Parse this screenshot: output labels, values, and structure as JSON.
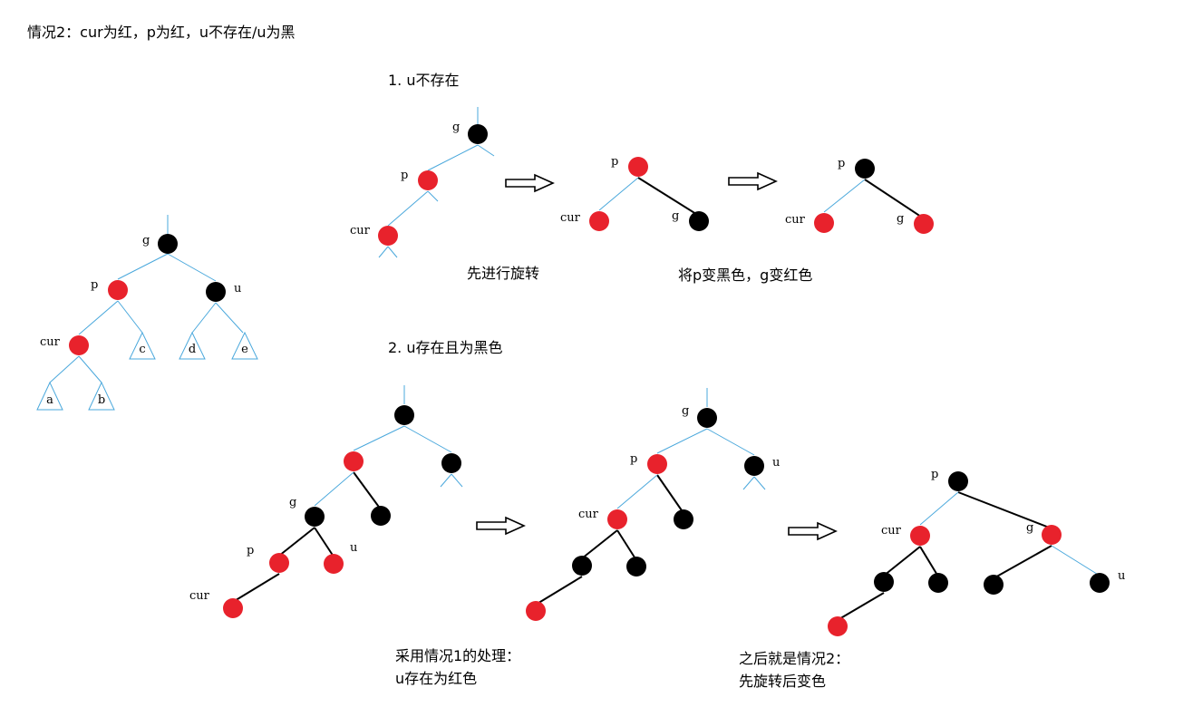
{
  "title": "情况2：cur为红，p为红，u不存在/u为黑",
  "sections": {
    "s1_heading": "1. u不存在",
    "s1_caption_a": "先进行旋转",
    "s1_caption_b": "将p变黑色，g变红色",
    "s2_heading": "2. u存在且为黑色",
    "s2_caption_a_line1": "采用情况1的处理：",
    "s2_caption_a_line2": "u存在为红色",
    "s2_caption_b_line1": "之后就是情况2：",
    "s2_caption_b_line2": "先旋转后变色"
  },
  "colors": {
    "red": "#e8222c",
    "black": "#000000",
    "edge_blue": "#4aa8dc",
    "edge_black": "#000000"
  },
  "trees": [
    {
      "id": "tree-general",
      "nodes": [
        {
          "id": "g",
          "color": "black",
          "label": "g"
        },
        {
          "id": "p",
          "color": "red",
          "label": "p"
        },
        {
          "id": "u",
          "color": "black",
          "label": "u"
        },
        {
          "id": "cur",
          "color": "red",
          "label": "cur"
        }
      ],
      "subtrees": [
        "c",
        "d",
        "e",
        "a",
        "b"
      ]
    },
    {
      "id": "tree-1a",
      "nodes": [
        {
          "id": "g",
          "color": "black",
          "label": "g"
        },
        {
          "id": "p",
          "color": "red",
          "label": "p"
        },
        {
          "id": "cur",
          "color": "red",
          "label": "cur"
        }
      ]
    },
    {
      "id": "tree-1b",
      "nodes": [
        {
          "id": "p",
          "color": "red",
          "label": "p"
        },
        {
          "id": "cur",
          "color": "red",
          "label": "cur"
        },
        {
          "id": "g",
          "color": "black",
          "label": "g"
        }
      ]
    },
    {
      "id": "tree-1c",
      "nodes": [
        {
          "id": "p",
          "color": "black",
          "label": "p"
        },
        {
          "id": "cur",
          "color": "red",
          "label": "cur"
        },
        {
          "id": "g",
          "color": "red",
          "label": "g"
        }
      ]
    },
    {
      "id": "tree-2a",
      "nodes": [
        {
          "id": "root",
          "color": "black",
          "label": ""
        },
        {
          "id": "n1",
          "color": "red",
          "label": ""
        },
        {
          "id": "n2",
          "color": "black",
          "label": ""
        },
        {
          "id": "g",
          "color": "black",
          "label": "g"
        },
        {
          "id": "n3",
          "color": "black",
          "label": ""
        },
        {
          "id": "p",
          "color": "red",
          "label": "p"
        },
        {
          "id": "u",
          "color": "red",
          "label": "u"
        },
        {
          "id": "cur",
          "color": "red",
          "label": "cur"
        }
      ]
    },
    {
      "id": "tree-2b",
      "nodes": [
        {
          "id": "g",
          "color": "black",
          "label": "g"
        },
        {
          "id": "p",
          "color": "red",
          "label": "p"
        },
        {
          "id": "u",
          "color": "black",
          "label": "u"
        },
        {
          "id": "cur",
          "color": "red",
          "label": "cur"
        },
        {
          "id": "n1",
          "color": "black",
          "label": ""
        },
        {
          "id": "n2",
          "color": "black",
          "label": ""
        },
        {
          "id": "n3",
          "color": "black",
          "label": ""
        },
        {
          "id": "n4",
          "color": "red",
          "label": ""
        }
      ]
    },
    {
      "id": "tree-2c",
      "nodes": [
        {
          "id": "p",
          "color": "black",
          "label": "p"
        },
        {
          "id": "cur",
          "color": "red",
          "label": "cur"
        },
        {
          "id": "g",
          "color": "red",
          "label": "g"
        },
        {
          "id": "n1",
          "color": "black",
          "label": ""
        },
        {
          "id": "n2",
          "color": "black",
          "label": ""
        },
        {
          "id": "n3",
          "color": "red",
          "label": ""
        },
        {
          "id": "n4",
          "color": "black",
          "label": ""
        },
        {
          "id": "u",
          "color": "black",
          "label": "u"
        }
      ]
    }
  ]
}
